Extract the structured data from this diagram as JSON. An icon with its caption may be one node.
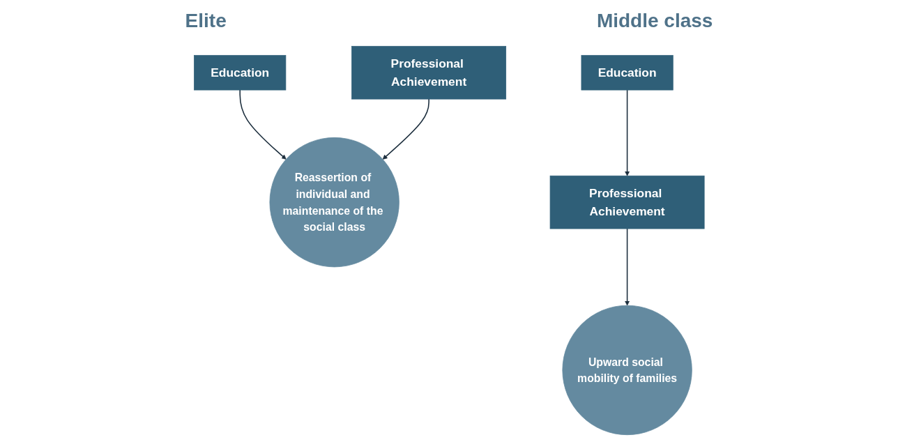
{
  "diagram": {
    "nodes": [
      {
        "text": [
          "Education"
        ]
      },
      {
        "text": [
          "Professional Achievement"
        ]
      },
      {
        "text": [
          "Reassertion of individual and maintenance of the social class"
        ]
      },
      {
        "text": [
          "Education"
        ]
      },
      {
        "text": [
          "Professional Achievement"
        ]
      },
      {
        "text": [
          "Upward social mobility of families"
        ]
      }
    ],
    "edges": [
      {
        "from": 0,
        "to": 2,
        "arrow": "to"
      },
      {
        "from": 1,
        "to": 2,
        "arrow": "to"
      },
      {
        "from": 3,
        "to": 4,
        "arrow": "to"
      },
      {
        "from": 4,
        "to": 5,
        "arrow": "to"
      }
    ],
    "labels": [
      "Elite",
      "Middle class"
    ]
  }
}
